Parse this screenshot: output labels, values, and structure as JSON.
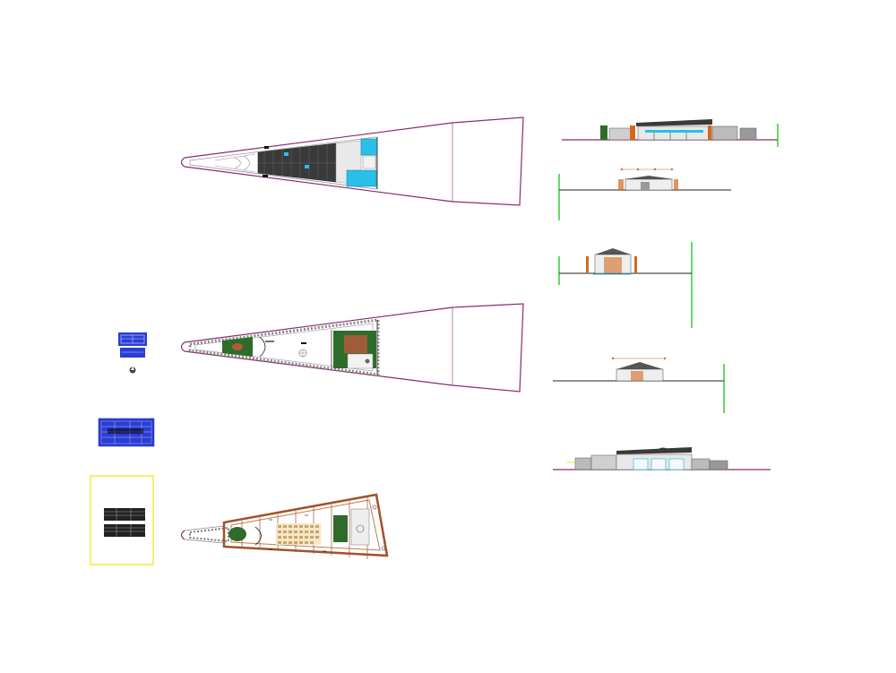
{
  "colors": {
    "site_outline": "#8b2c6e",
    "wall_gray": "#9a9a9a",
    "roof_dark": "#3a3a3a",
    "pool_cyan": "#28c0e8",
    "grass_green": "#2f6b2a",
    "wood_brown": "#a0522d",
    "level_green": "#33cc33",
    "legend_blue": "#2a3dd6",
    "frame_yellow": "#f2e500",
    "dim_orange": "#d2691e"
  },
  "sheets": [
    {
      "id": "plan-roof"
    },
    {
      "id": "plan-ground"
    },
    {
      "id": "plan-structure"
    },
    {
      "id": "elevation-front"
    },
    {
      "id": "section-a"
    },
    {
      "id": "section-b"
    },
    {
      "id": "section-c"
    },
    {
      "id": "elevation-rear"
    }
  ],
  "legends": {
    "cartouche_top": {
      "icon": "table-legend-icon"
    },
    "north_arrow": {
      "icon": "north-arrow-icon"
    },
    "cartouche_wide": {
      "icon": "table-legend-icon"
    },
    "schedule_frame": {
      "icon": "schedule-table-icon"
    }
  }
}
